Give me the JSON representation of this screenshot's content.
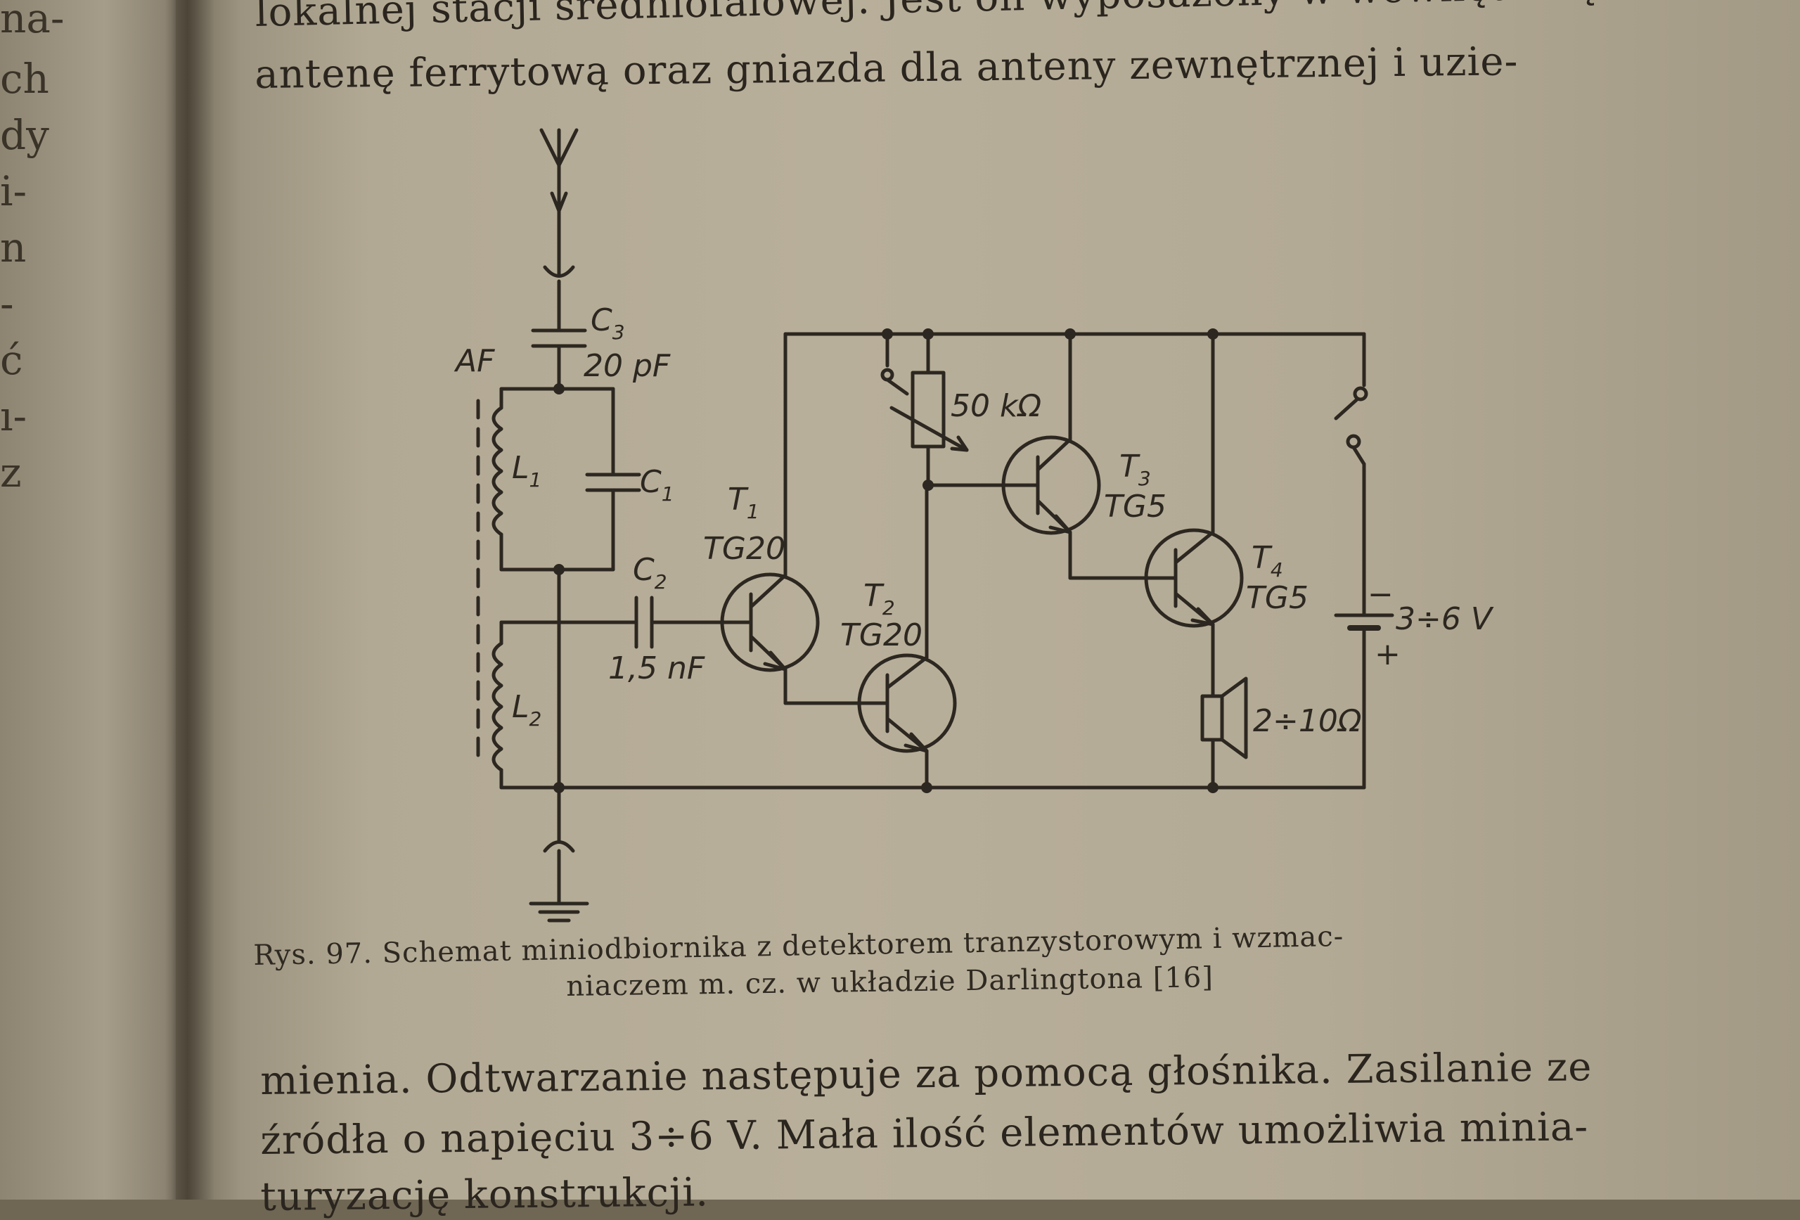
{
  "left_page_fragments": [
    "na-",
    "ch",
    "dy",
    "i-",
    "n",
    "-",
    "ć",
    "ı-",
    "z"
  ],
  "body_text_top": [
    "lokalnej stacji średniofalowej. Jest on wyposażony w wewnętrzną",
    "antenę ferrytową oraz gniazda dla anteny zewnętrznej i uzie-"
  ],
  "schematic": {
    "labels": {
      "af": "AF",
      "c3_name": "C",
      "c3_sub": "3",
      "c3_value": "20 pF",
      "l1_name": "L",
      "l1_sub": "1",
      "c1_name": "C",
      "c1_sub": "1",
      "c2_name": "C",
      "c2_sub": "2",
      "c2_value": "1,5 nF",
      "l2_name": "L",
      "l2_sub": "2",
      "t1_name": "T",
      "t1_sub": "1",
      "t1_type": "TG20",
      "t2_name": "T",
      "t2_sub": "2",
      "t2_type": "TG20",
      "t3_name": "T",
      "t3_sub": "3",
      "t3_type": "TG5",
      "t4_name": "T",
      "t4_sub": "4",
      "t4_type": "TG5",
      "pot_value": "50 kΩ",
      "speaker_value": "2÷10Ω",
      "battery_value": "3÷6 V",
      "battery_minus": "−",
      "battery_plus": "+"
    }
  },
  "caption": [
    "Rys. 97. Schemat miniodbiornika z detektorem tranzystorowym i wzmac-",
    "niaczem m. cz. w układzie Darlingtona [16]"
  ],
  "body_text_bottom": [
    "mienia. Odtwarzanie następuje za pomocą głośnika. Zasilanie ze",
    "źródła o napięciu 3÷6 V. Mała ilość elementów umożliwia minia-",
    "turyzację konstrukcji."
  ]
}
